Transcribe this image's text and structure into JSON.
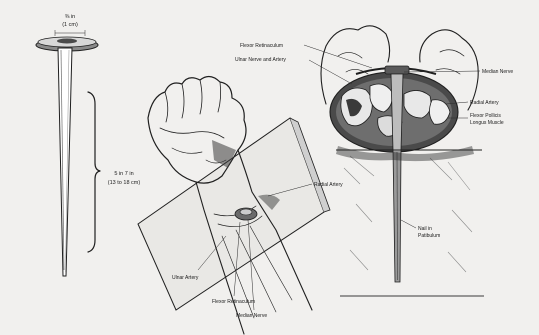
{
  "nail": {
    "head_dim": [
      "⅜ in",
      "(1 cm)"
    ],
    "length_dim": [
      "5 in 7 in",
      "(13 to 18 cm)"
    ]
  },
  "wrist_view": {
    "labels": {
      "radial_artery": "Radial Artery",
      "ulnar_artery": "Ulnar Artery",
      "flexor_retinaculum": "Flexor Retinaculum",
      "median_nerve": "Median Nerve"
    }
  },
  "cross_section": {
    "labels": {
      "flexor_retinaculum": "Flexor Retinaculum",
      "ulnar_nerve_artery": "Ulnar Nerve and Artery",
      "median_nerve": "Median Nerve",
      "radial_artery": "Radial Artery",
      "flexor_pollicis": [
        "Flexor Pollicis",
        "Longus Muscle"
      ],
      "nail_in_patibulum": [
        "Nail in",
        "Patibulum"
      ]
    }
  },
  "colors": {
    "ink": "#1f1f1f",
    "paper": "#f1f0ee",
    "shade": "#5a5a5a"
  }
}
